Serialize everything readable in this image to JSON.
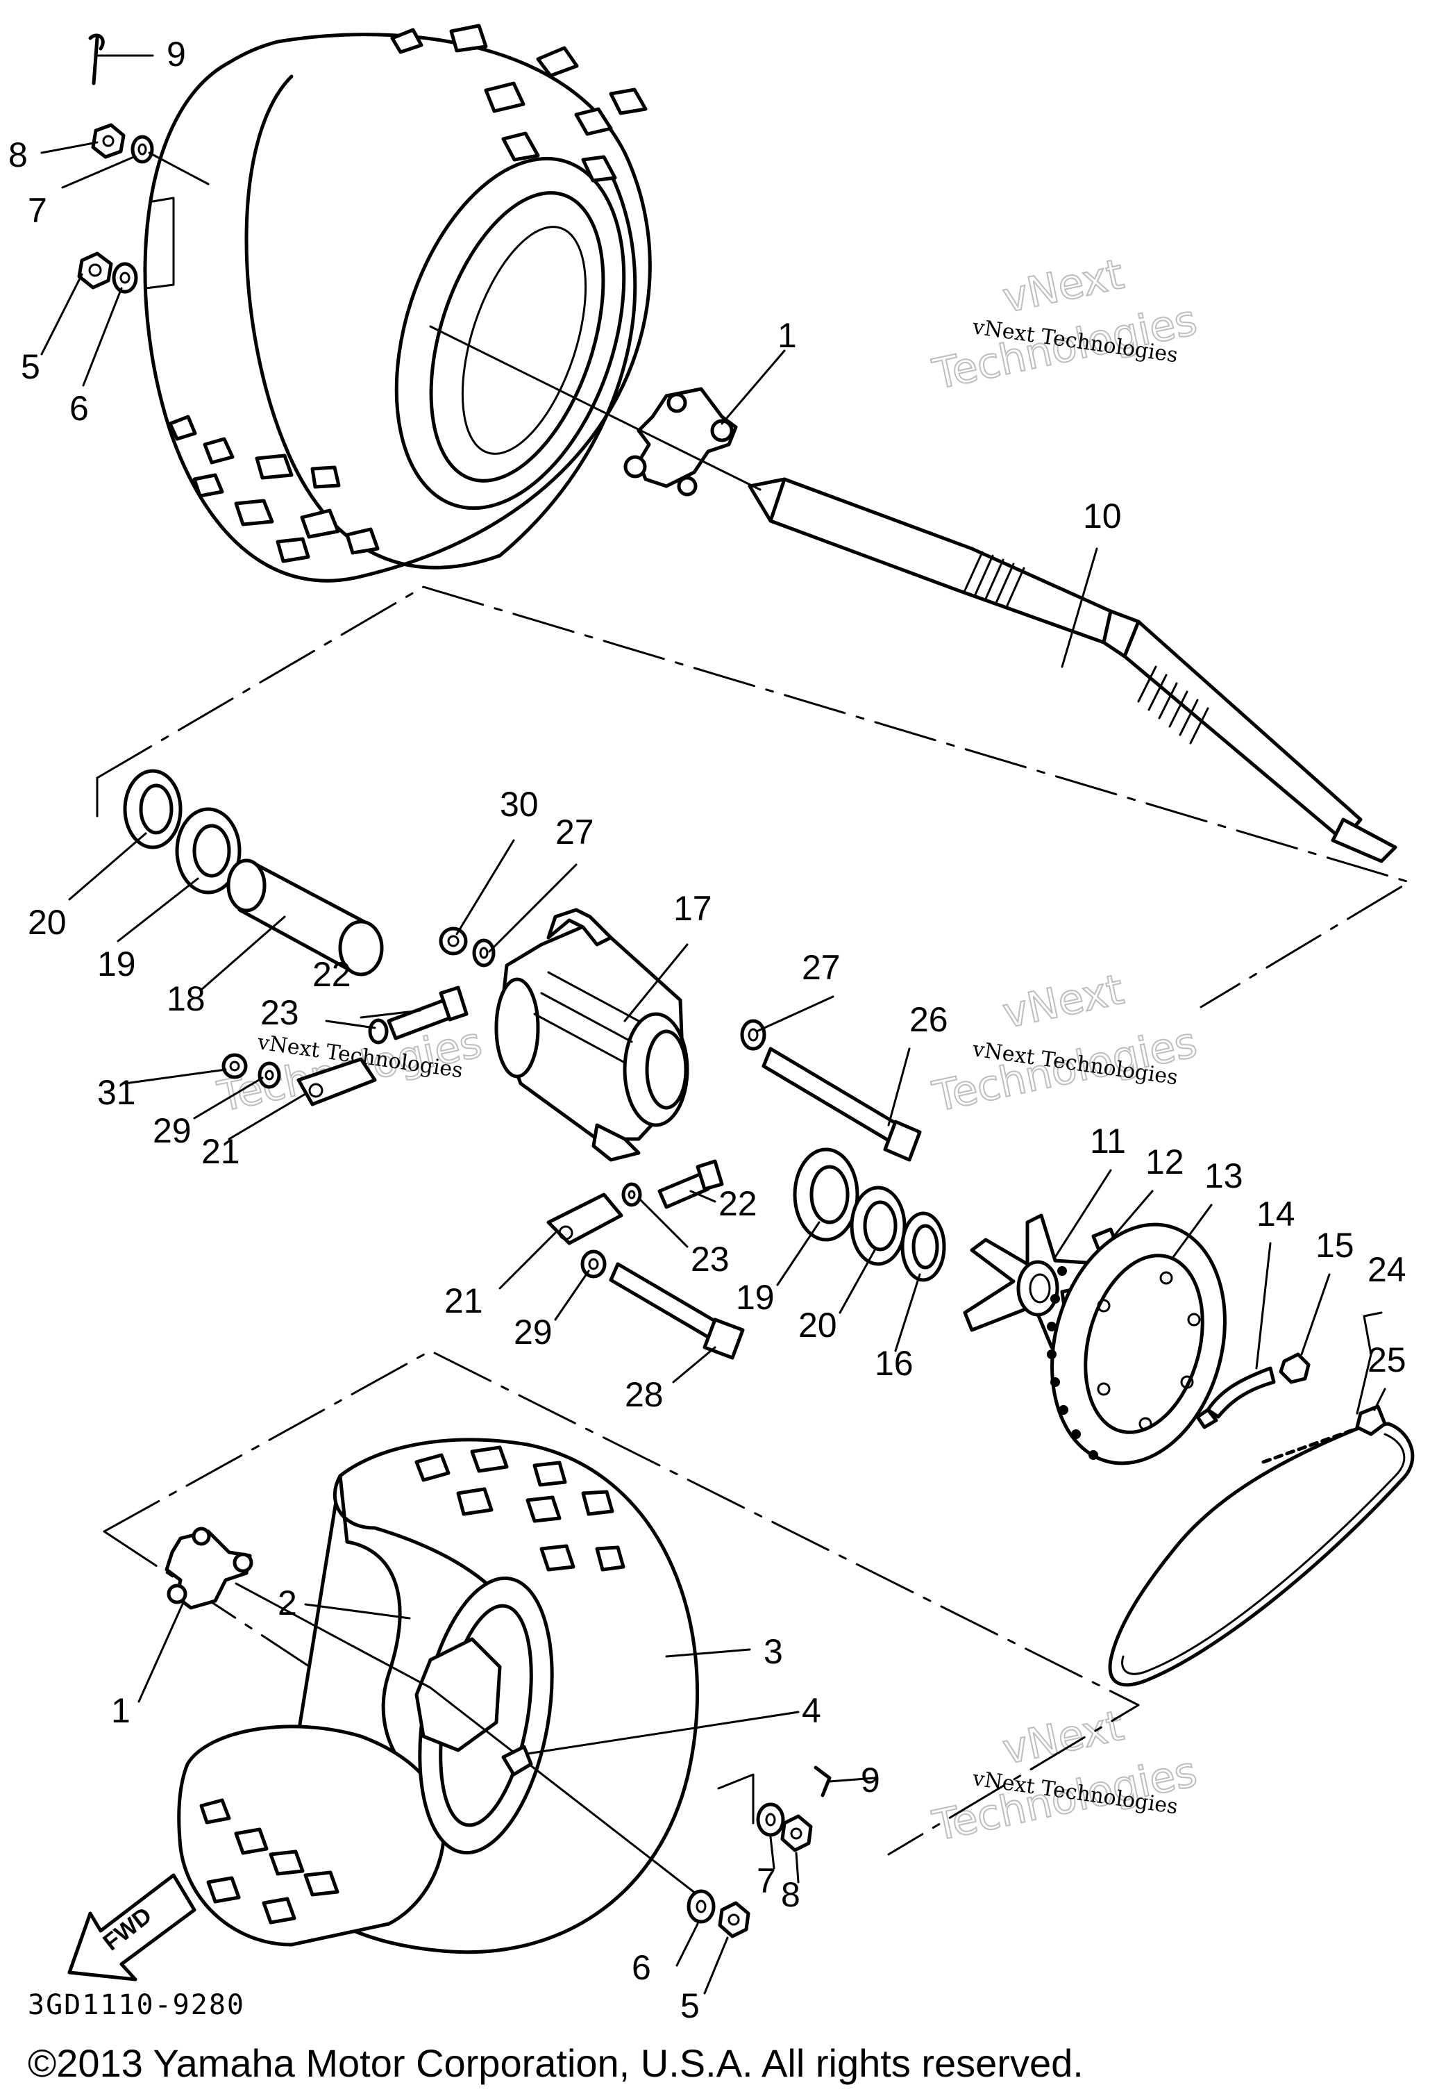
{
  "diagram_code": "3GD1110-9280",
  "copyright": "©2013 Yamaha Motor Corporation, U.S.A. All rights reserved.",
  "fwd_label": "FWD",
  "watermark": {
    "line1": "vNext Technologies",
    "line2": "vNext",
    "line3": "Technologies"
  },
  "callouts": [
    {
      "id": "c9a",
      "num": "9"
    },
    {
      "id": "c8a",
      "num": "8"
    },
    {
      "id": "c7a",
      "num": "7"
    },
    {
      "id": "c5a",
      "num": "5"
    },
    {
      "id": "c6a",
      "num": "6"
    },
    {
      "id": "c1a",
      "num": "1"
    },
    {
      "id": "c10",
      "num": "10"
    },
    {
      "id": "c20a",
      "num": "20"
    },
    {
      "id": "c19a",
      "num": "19"
    },
    {
      "id": "c18",
      "num": "18"
    },
    {
      "id": "c30",
      "num": "30"
    },
    {
      "id": "c27a",
      "num": "27"
    },
    {
      "id": "c17",
      "num": "17"
    },
    {
      "id": "c27b",
      "num": "27"
    },
    {
      "id": "c26",
      "num": "26"
    },
    {
      "id": "c22a",
      "num": "22"
    },
    {
      "id": "c23a",
      "num": "23"
    },
    {
      "id": "c31",
      "num": "31"
    },
    {
      "id": "c29a",
      "num": "29"
    },
    {
      "id": "c21a",
      "num": "21"
    },
    {
      "id": "c22b",
      "num": "22"
    },
    {
      "id": "c23b",
      "num": "23"
    },
    {
      "id": "c21b",
      "num": "21"
    },
    {
      "id": "c29b",
      "num": "29"
    },
    {
      "id": "c28",
      "num": "28"
    },
    {
      "id": "c19b",
      "num": "19"
    },
    {
      "id": "c20b",
      "num": "20"
    },
    {
      "id": "c16",
      "num": "16"
    },
    {
      "id": "c11",
      "num": "11"
    },
    {
      "id": "c12",
      "num": "12"
    },
    {
      "id": "c13",
      "num": "13"
    },
    {
      "id": "c14",
      "num": "14"
    },
    {
      "id": "c15",
      "num": "15"
    },
    {
      "id": "c24",
      "num": "24"
    },
    {
      "id": "c25",
      "num": "25"
    },
    {
      "id": "c2",
      "num": "2"
    },
    {
      "id": "c3",
      "num": "3"
    },
    {
      "id": "c1b",
      "num": "1"
    },
    {
      "id": "c4",
      "num": "4"
    },
    {
      "id": "c9b",
      "num": "9"
    },
    {
      "id": "c7b",
      "num": "7"
    },
    {
      "id": "c8b",
      "num": "8"
    },
    {
      "id": "c6b",
      "num": "6"
    },
    {
      "id": "c5b",
      "num": "5"
    }
  ]
}
